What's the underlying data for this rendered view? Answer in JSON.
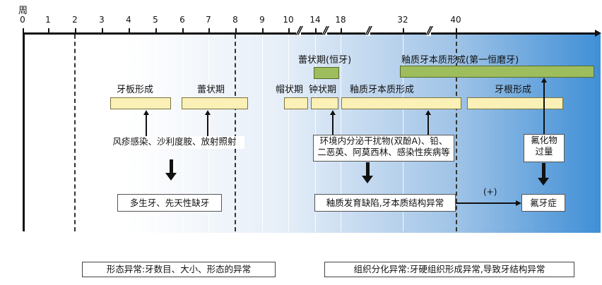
{
  "axis": {
    "unit": "周",
    "ticks": [
      "0",
      "1",
      "2",
      "3",
      "4",
      "5",
      "6",
      "7",
      "8",
      "9",
      "10",
      "14",
      "18",
      "32",
      "40"
    ]
  },
  "phases": {
    "dental_lamina": "牙板形成",
    "bud_stage": "蕾状期",
    "bud_stage_permanent": "蕾状期(恒牙)",
    "cap_stage": "帽状期",
    "bell_stage": "钟状期",
    "enamel_dentin": "釉质牙本质形成",
    "enamel_dentin_first_molar": "釉质牙本质形成(第一恒磨牙)",
    "root_formation": "牙根形成"
  },
  "causes": {
    "early": "风疹感染、沙利度胺、放射照射",
    "environmental_line1": "环境内分泌干扰物(双酚A)、铅、",
    "environmental_line2": "二恶英、阿莫西林、感染性疾病等",
    "fluoride_line1": "氟化物",
    "fluoride_line2": "过量"
  },
  "outcomes": {
    "supernumerary": "多生牙、先天性缺牙",
    "enamel_defect": "釉质发育缺陷,牙本质结构异常",
    "fluorosis": "氟牙症",
    "plus_sign": "(+)"
  },
  "captions": {
    "morphology": "形态异常:牙数目、大小、形态的异常",
    "histology": "组织分化异常:牙硬组织形成异常,导致牙结构异常"
  }
}
